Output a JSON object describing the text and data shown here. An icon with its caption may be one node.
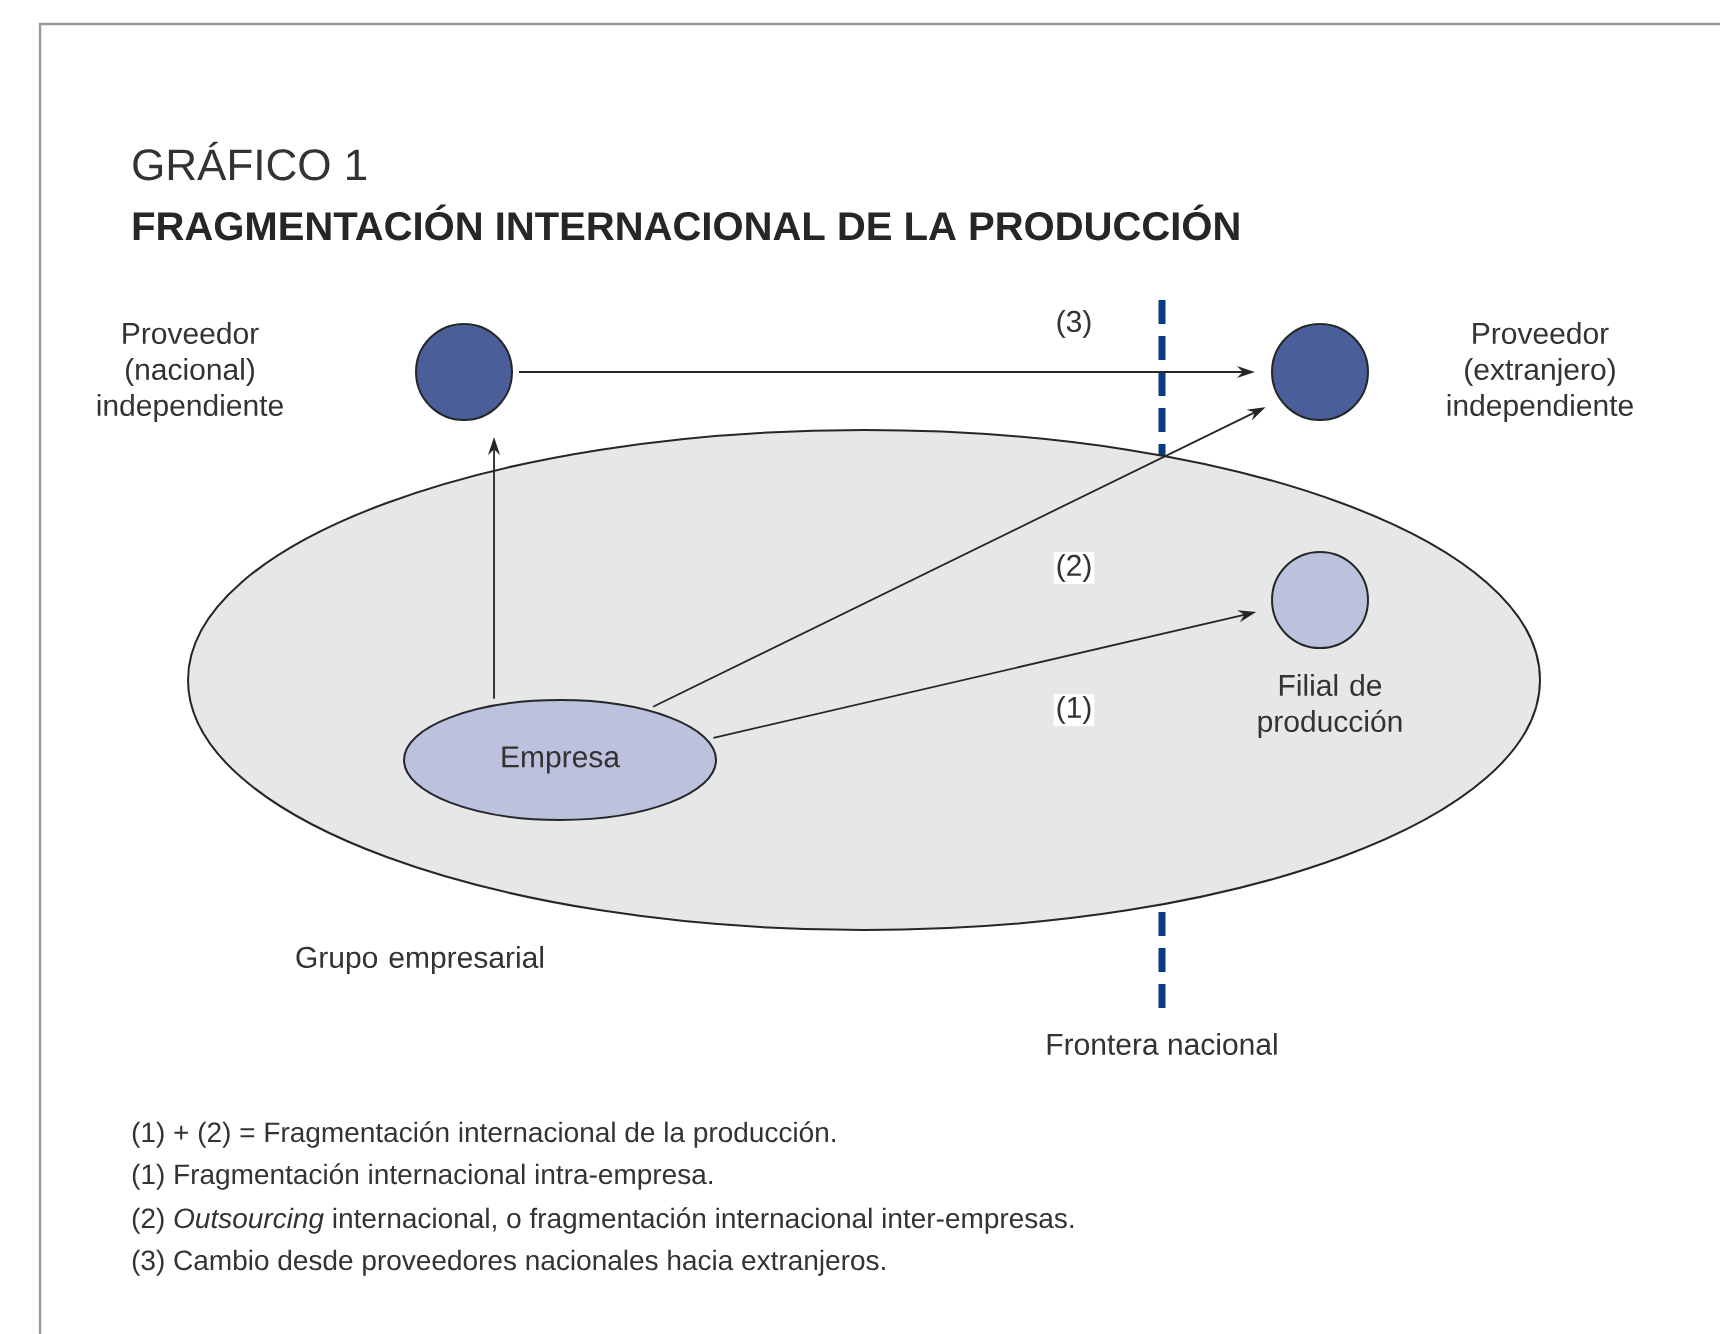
{
  "diagram": {
    "title": "FRAGMENTACIÓN INTERNACIONAL DE LA PRODUCCIÓN",
    "nodes": [
      {
        "text": [
          "Grupo empresarial"
        ]
      },
      {
        "text": [
          "Empresa"
        ],
        "in": 0
      },
      {
        "text": [
          "Proveedor (nacional) independiente"
        ]
      },
      {
        "text": [
          "Proveedor (extranjero) independiente"
        ]
      },
      {
        "text": [
          "Filial de producción"
        ],
        "in": 0
      }
    ],
    "edges": [
      {
        "from": 1,
        "to": 2,
        "arrow": "to"
      },
      {
        "from": 2,
        "to": 3,
        "arrow": "to",
        "label": "(3)"
      },
      {
        "from": 1,
        "to": 3,
        "arrow": "to",
        "label": "(2)"
      },
      {
        "from": 1,
        "to": 4,
        "arrow": "to",
        "label": "(1)"
      }
    ],
    "labels": [
      "GRÁFICO 1",
      "Frontera nacional",
      "(1) + (2) = Fragmentación internacional de la producción.",
      "(1)  Fragmentación internacional intra-empresa.",
      "(2)  *Outsourcing* internacional, o fragmentación internacional inter-empresas.",
      "(3)  Cambio desde proveedores nacionales hacia extranjeros."
    ]
  }
}
